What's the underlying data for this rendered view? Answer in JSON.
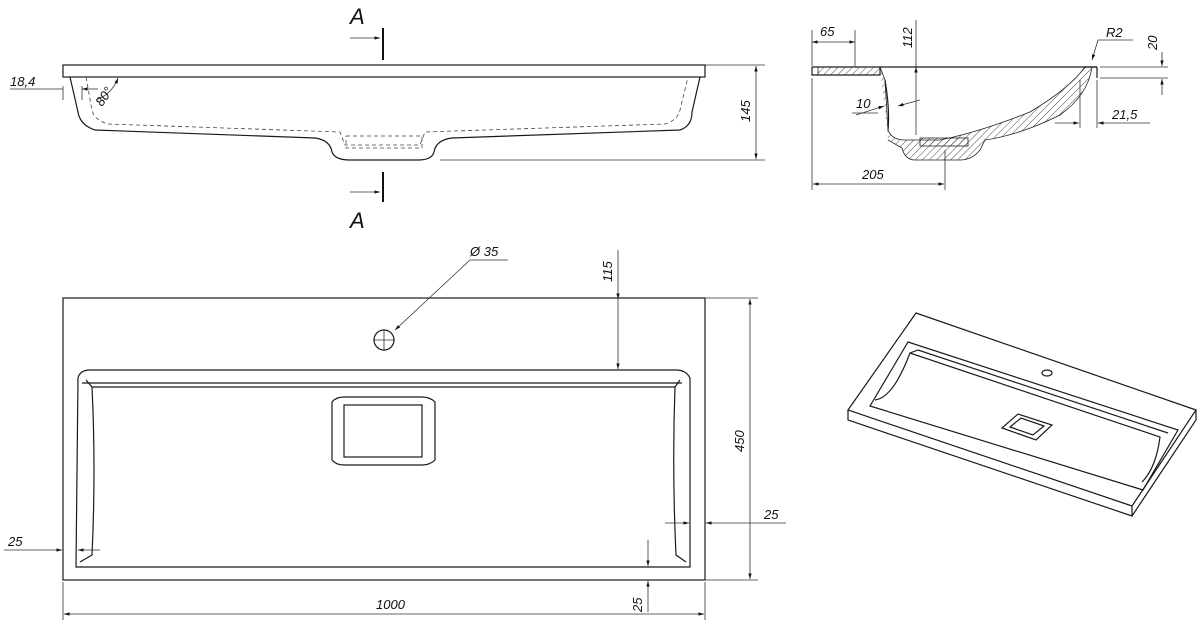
{
  "section_marker": "A",
  "dimensions": {
    "rim_offset": "18,4",
    "angle": "80°",
    "height_total": "145",
    "overflow_width": "65",
    "depth_basin": "112",
    "radius": "R2",
    "rim_thickness": "20",
    "wall_thickness": "10",
    "side_offset": "21,5",
    "drain_position": "205",
    "tap_hole": "Ø 35",
    "tap_hole_offset": "115",
    "width_depth": "450",
    "right_margin": "25",
    "left_margin": "25",
    "bottom_margin": "25",
    "length": "1000"
  }
}
